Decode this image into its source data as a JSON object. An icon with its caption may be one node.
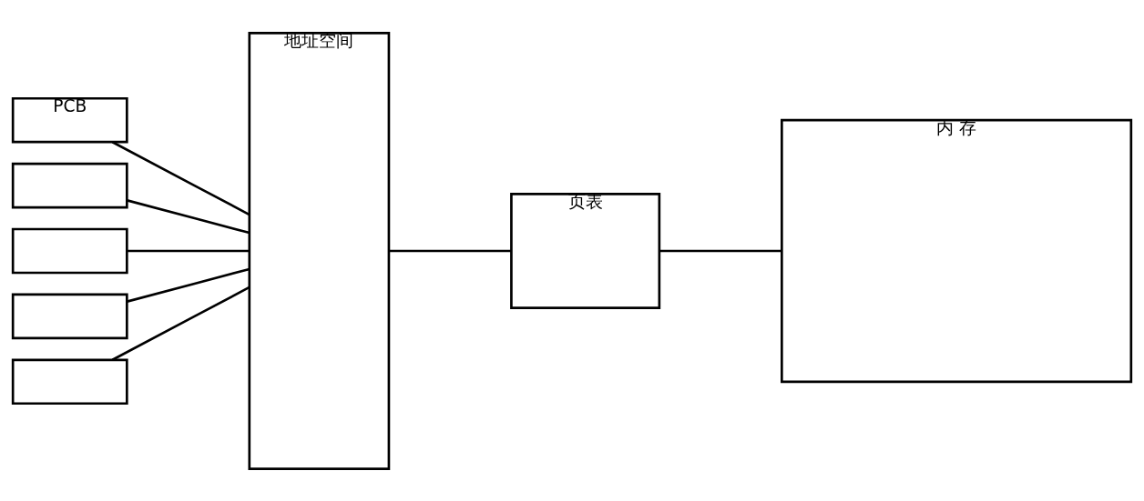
{
  "diagram": {
    "nodes": [
      {
        "text": [
          "PCB"
        ]
      },
      {
        "text": [],
        "shape": "box"
      },
      {
        "text": [],
        "shape": "box"
      },
      {
        "text": [],
        "shape": "box"
      },
      {
        "text": [],
        "shape": "box"
      },
      {
        "text": [
          "地址空间"
        ]
      },
      {
        "text": [
          "页表"
        ]
      },
      {
        "text": [
          "内 存"
        ]
      }
    ],
    "edges": [
      {
        "from": 0,
        "to": 5,
        "arrow": "none"
      },
      {
        "from": 1,
        "to": 5,
        "arrow": "none"
      },
      {
        "from": 2,
        "to": 5,
        "arrow": "none"
      },
      {
        "from": 3,
        "to": 5,
        "arrow": "none"
      },
      {
        "from": 4,
        "to": 5,
        "arrow": "none"
      },
      {
        "from": 5,
        "to": 6,
        "arrow": "none"
      },
      {
        "from": 6,
        "to": 7,
        "arrow": "none"
      }
    ]
  }
}
